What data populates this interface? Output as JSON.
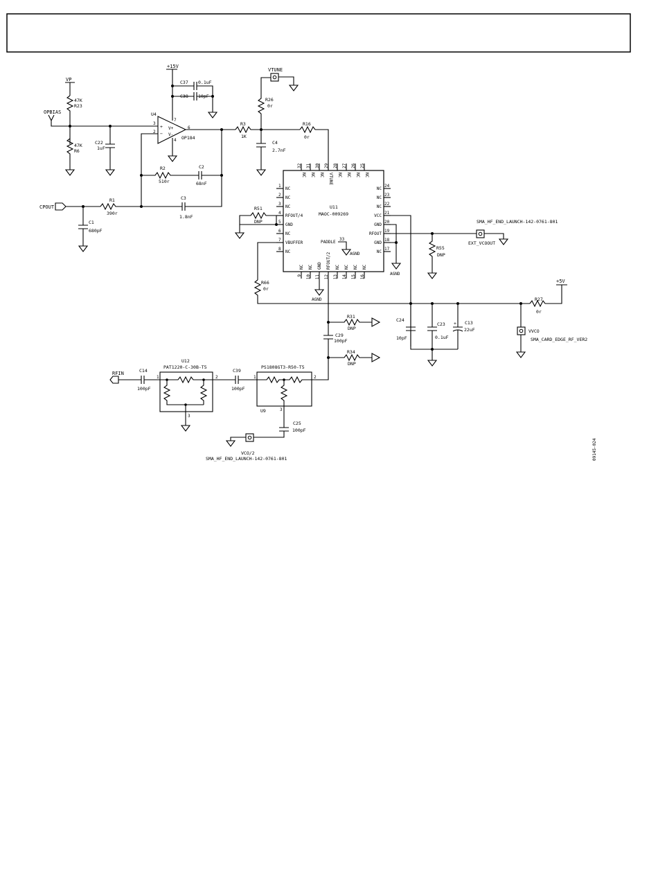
{
  "labels": {
    "vp": "VP",
    "opbias": "OPBIAS",
    "p15v": "+15V",
    "vtune": "VTUNE",
    "cpout": "CPOUT",
    "p5v": "+5V",
    "rfin": "RFIN",
    "ext_vcoout": "EXT_VCOOUT",
    "vco2": "VCO/2",
    "vvco": "VVCO",
    "agnd_pad": "AGND",
    "agnd_gnd": "AGND",
    "agnd_rfout2": "AGND"
  },
  "parts": {
    "r23": "R23",
    "r23v": "47K",
    "r6": "R6",
    "r6v": "47K",
    "c22": "C22",
    "c22v": "1uF",
    "c37": "C37",
    "c37v": "0.1uF",
    "c38": "C38",
    "c38v": "10pF",
    "u4": "U4",
    "u4p": "OP184",
    "r2": "R2",
    "r2v": "510r",
    "c2": "C2",
    "c2v": "68nF",
    "c3": "C3",
    "c3v": "1.8nF",
    "r1": "R1",
    "r1v": "390r",
    "c1": "C1",
    "c1v": "680pF",
    "r3": "R3",
    "r3v": "1K",
    "c4": "C4",
    "c4v": "2.7nF",
    "r26": "R26",
    "r26v": "0r",
    "r16": "R16",
    "r16v": "0r",
    "u11": "U11",
    "u11p": "MAOC-009269",
    "r51": "R51",
    "r51v": "DNP",
    "r66": "R66",
    "r66v": "0r",
    "r55": "R55",
    "r55v": "DNP",
    "r27": "R27",
    "r27v": "0r",
    "c24": "C24",
    "c24v": "10pF",
    "c23": "C23",
    "c23v": "0.1uF",
    "c13": "C13",
    "c13v": "22uF",
    "r31": "R31",
    "r31v": "DNP",
    "r34": "R34",
    "r34v": "DNP",
    "c29": "C29",
    "c29v": "100pF",
    "c14": "C14",
    "c14v": "100pF",
    "u12": "U12",
    "u12p": "PAT1220-C-30B-T5",
    "c39": "C39",
    "c39v": "100pF",
    "u9": "U9",
    "u9p": "PS1808GT3-R50-T5",
    "c25": "C25",
    "c25v": "100pF",
    "sma1": "SMA_HF_END_LAUNCH-142-0761-801",
    "sma2": "SMA_HF_END_LAUNCH-142-0761-801",
    "sma3": "SMA_CARD_EDGE_RF_VER2"
  },
  "ic_pins": {
    "left": [
      "NC",
      "NC",
      "NC",
      "RFOUT/4",
      "GND",
      "NC",
      "VBUFFER",
      "NC"
    ],
    "right": [
      "NC",
      "NC",
      "NC",
      "VCC",
      "GND",
      "RFOUT",
      "GND",
      "NC"
    ],
    "top": [
      "NC",
      "NC",
      "NC",
      "VTUNE",
      "NC",
      "NC",
      "NC",
      "NC"
    ],
    "bottom": [
      "NC",
      "NC",
      "GND",
      "RFOUT/2",
      "NC",
      "NC",
      "NC",
      "NC"
    ],
    "left_nums": [
      "1",
      "2",
      "3",
      "4",
      "5",
      "6",
      "7",
      "8"
    ],
    "right_nums": [
      "24",
      "23",
      "22",
      "21",
      "20",
      "19",
      "18",
      "17"
    ],
    "top_nums": [
      "32",
      "31",
      "30",
      "29",
      "28",
      "27",
      "26",
      "25"
    ],
    "bottom_nums": [
      "9",
      "10",
      "11",
      "12",
      "13",
      "14",
      "15",
      "16"
    ],
    "paddle": "PADDLE",
    "paddle_num": "33"
  },
  "pin_numbers": {
    "u4_in_pos": "3",
    "u4_in_neg": "2",
    "u4_out": "6",
    "u4_vpos": "7",
    "u4_vneg": "4",
    "u12_in": "1",
    "u12_out": "2",
    "u12_gnd": "3",
    "u9_in": "1",
    "u9_out": "2",
    "u9_gnd": "3"
  },
  "opamp_marks": {
    "plus": "+",
    "minus": "−",
    "vplus": "V+",
    "vminus": "V-",
    "polarity": "+"
  },
  "figure_id": "09145-024"
}
